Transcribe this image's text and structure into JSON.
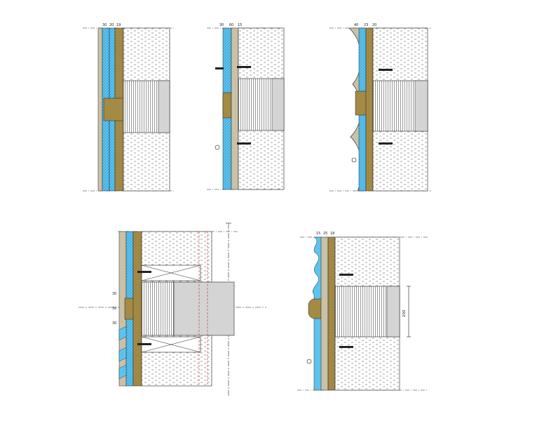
{
  "drawing": {
    "colors": {
      "insulation": "#5cc3ee",
      "insulation_dark": "#2f8fc8",
      "wood": "#a38a45",
      "plaster": "#c9c2a8",
      "masonry_fill": "#ffffff",
      "lintel_fill": "#d4d4d4",
      "line": "#222222",
      "red_dash": "#cc2222"
    },
    "details": [
      {
        "id": "detail-1",
        "dims": [
          "30",
          "20",
          "19"
        ]
      },
      {
        "id": "detail-2",
        "dims": [
          "30",
          "60",
          "15"
        ]
      },
      {
        "id": "detail-3",
        "dims": [
          "40",
          "23",
          "20"
        ]
      },
      {
        "id": "detail-4",
        "dims": [
          "30",
          "30",
          "30"
        ]
      },
      {
        "id": "detail-5",
        "dims": [
          "15",
          "25",
          "18"
        ],
        "height_dim": "200"
      }
    ]
  }
}
